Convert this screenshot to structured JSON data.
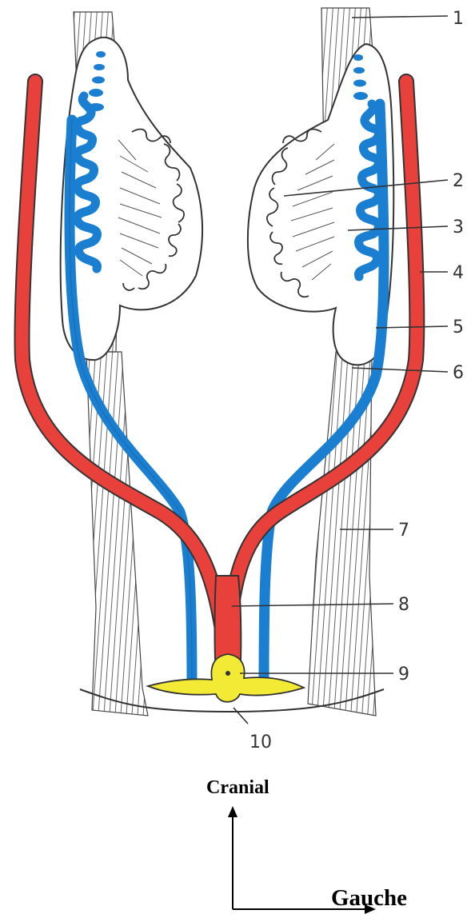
{
  "labels": [
    {
      "id": "1",
      "text": "1"
    },
    {
      "id": "2",
      "text": "2"
    },
    {
      "id": "3",
      "text": "3"
    },
    {
      "id": "4",
      "text": "4"
    },
    {
      "id": "5",
      "text": "5"
    },
    {
      "id": "6",
      "text": "6"
    },
    {
      "id": "7",
      "text": "7"
    },
    {
      "id": "8",
      "text": "8"
    },
    {
      "id": "9",
      "text": "9"
    },
    {
      "id": "10",
      "text": "10"
    }
  ],
  "orientation": {
    "cranial": "Cranial",
    "left": "Gauche"
  },
  "colors": {
    "artery": "#e8413c",
    "vein": "#1a7fd0",
    "node": "#f3ea35",
    "outline": "#333333"
  }
}
